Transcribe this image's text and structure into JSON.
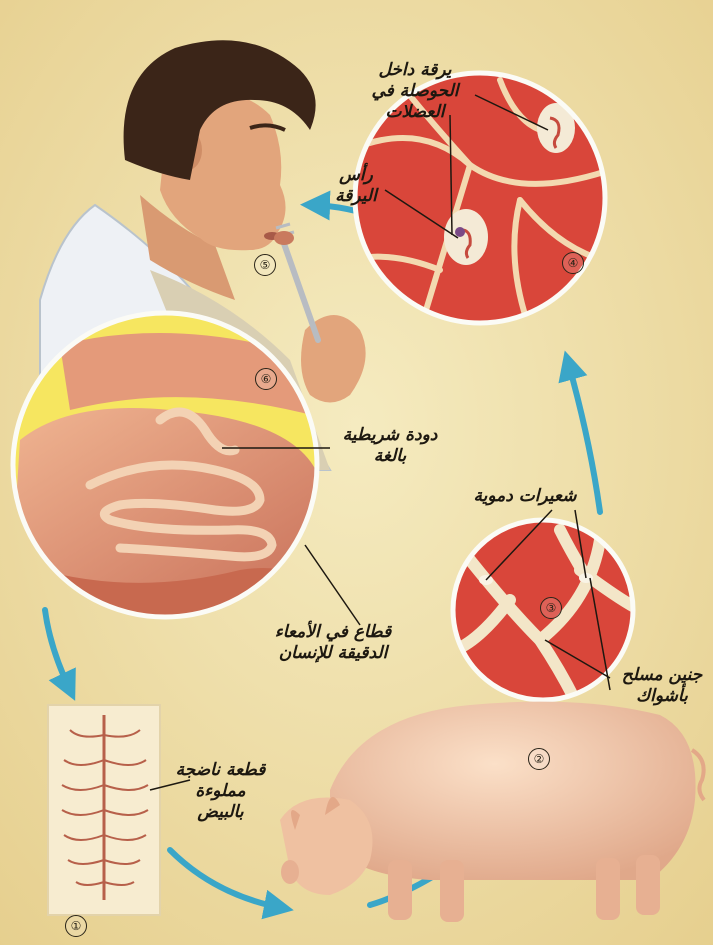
{
  "colors": {
    "background": "#efe0a8",
    "arrow": "#3aa6c8",
    "muscle": "#d9463a",
    "intestine": "#e9a383",
    "pig": "#f2c2a2",
    "cyst": "#f4ead6",
    "inset_yellow": "#f6e660"
  },
  "steps": {
    "s1": "①",
    "s2": "②",
    "s3": "③",
    "s4": "④",
    "s5": "⑤",
    "s6": "⑥"
  },
  "labels": {
    "larva_cyst": "يرقة داخل\nالحوصلة في\nالعضلات",
    "larva_head": "رأس\nاليرقة",
    "adult_worm": "دودة شريطية\nبالغة",
    "intestine_section": "قطاع في الأمعاء\nالدقيقة للإنسان",
    "capillaries": "شعيرات دموية",
    "embryo_hooks": "جنين مسلح\nبأشواك",
    "gravid_segment": "قطعة ناضجة\nمملوءة\nبالبيض"
  }
}
